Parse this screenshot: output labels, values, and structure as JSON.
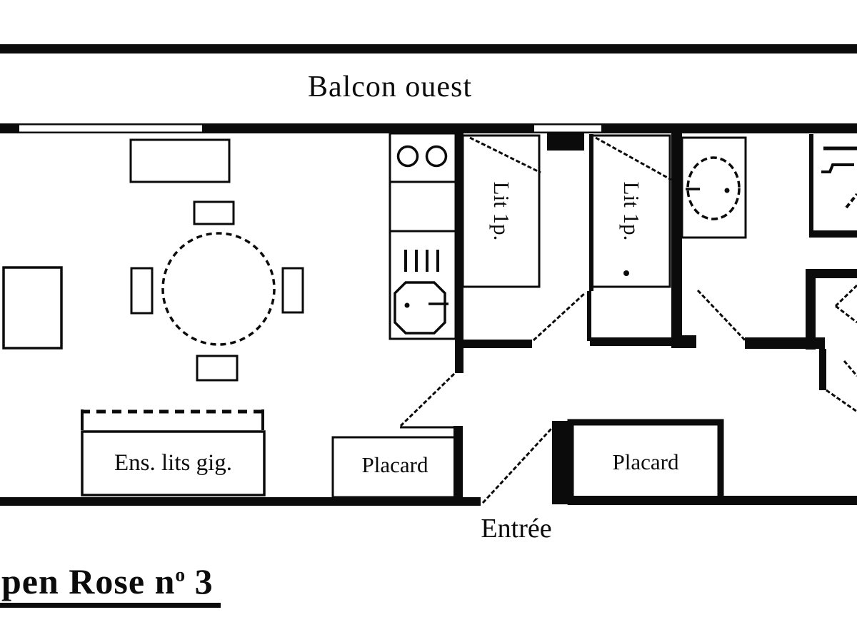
{
  "document": {
    "type": "apartment floor plan (scanned, black and white)",
    "title": {
      "prefix": "pen Rose n",
      "sup": "o",
      "suffix": " 3"
    }
  },
  "labels": {
    "balcony": "Balcon ouest",
    "bed1": "Lit 1p.",
    "bed2": "Lit 1p.",
    "trundle_beds": "Ens. lits gig.",
    "closet_left": "Placard",
    "closet_right": "Placard",
    "entrance": "Entrée"
  },
  "colors": {
    "line": "#0b0b0b",
    "background": "#ffffff"
  }
}
